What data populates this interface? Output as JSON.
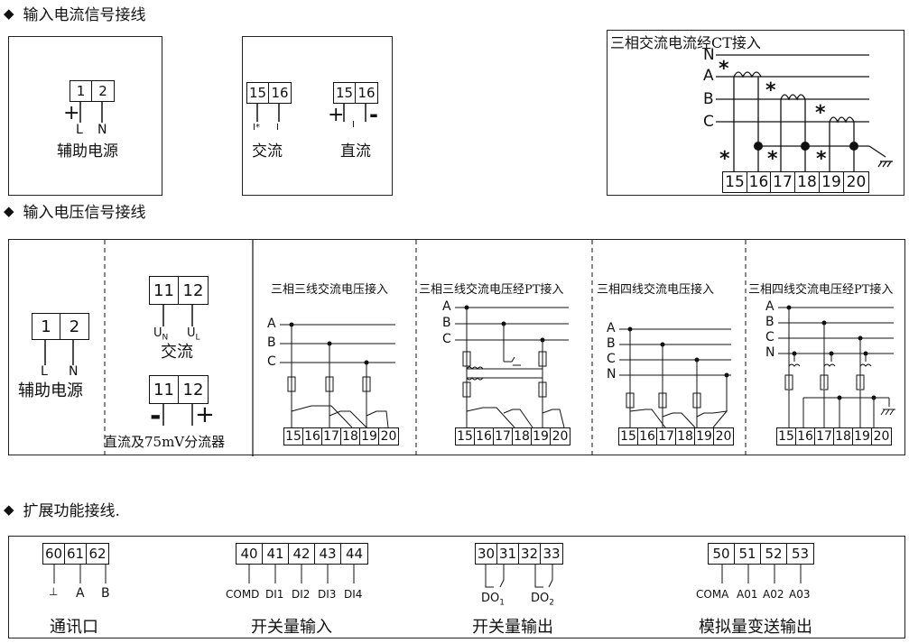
{
  "sections": {
    "current": {
      "title": "输入电流信号接线",
      "bullet": "◆"
    },
    "voltage": {
      "title": "输入电压信号接线",
      "bullet": "◆"
    },
    "extended": {
      "title": "扩展功能接线.",
      "bullet": "◆"
    }
  },
  "current": {
    "aux": {
      "terminals": [
        "1",
        "2"
      ],
      "plus": "+",
      "l": "L",
      "n": "N",
      "caption": "辅助电源"
    },
    "ac": {
      "terminals": [
        "15",
        "16"
      ],
      "i_star": "I*",
      "i": "I",
      "caption": "交流"
    },
    "dc": {
      "terminals": [
        "15",
        "16"
      ],
      "plus": "+",
      "i": "I",
      "minus": "-",
      "caption": "直流"
    },
    "ct": {
      "title": "三相交流电流经CT接入",
      "phases": [
        "N",
        "A",
        "B",
        "C"
      ],
      "star": "*",
      "terminals": [
        "15",
        "16",
        "17",
        "18",
        "19",
        "20"
      ]
    }
  },
  "voltage": {
    "aux": {
      "terminals": [
        "1",
        "2"
      ],
      "l": "L",
      "n": "N",
      "caption": "辅助电源"
    },
    "ac": {
      "terminals": [
        "11",
        "12"
      ],
      "un": "U",
      "un_sub": "N",
      "ul": "U",
      "ul_sub": "L",
      "caption": "交流"
    },
    "dc": {
      "terminals": [
        "11",
        "12"
      ],
      "minus": "-",
      "plus": "+",
      "caption": "直流及75mV分流器"
    },
    "panels": [
      {
        "title": "三相三线交流电压接入",
        "phases": [
          "A",
          "B",
          "C"
        ]
      },
      {
        "title": "三相三线交流电压经PT接入",
        "phases": [
          "A",
          "B",
          "C"
        ]
      },
      {
        "title": "三相四线交流电压接入",
        "phases": [
          "A",
          "B",
          "C",
          "N"
        ]
      },
      {
        "title": "三相四线交流电压经PT接入",
        "phases": [
          "A",
          "B",
          "C",
          "N"
        ]
      }
    ],
    "terminals": [
      "15",
      "16",
      "17",
      "18",
      "19",
      "20"
    ]
  },
  "extended": {
    "comm": {
      "terminals": [
        "60",
        "61",
        "62"
      ],
      "labels": [
        "⊥",
        "A",
        "B"
      ],
      "caption": "通讯口"
    },
    "di": {
      "terminals": [
        "40",
        "41",
        "42",
        "43",
        "44"
      ],
      "labels": [
        "COMD",
        "DI1",
        "DI2",
        "DI3",
        "DI4"
      ],
      "caption": "开关量输入"
    },
    "do": {
      "terminals": [
        "30",
        "31",
        "32",
        "33"
      ],
      "labels": [
        "DO",
        "DO"
      ],
      "subs": [
        "1",
        "2"
      ],
      "caption": "开关量输出"
    },
    "ao": {
      "terminals": [
        "50",
        "51",
        "52",
        "53"
      ],
      "labels": [
        "COMA",
        "A01",
        "A02",
        "A03"
      ],
      "caption": "模拟量变送输出"
    }
  }
}
